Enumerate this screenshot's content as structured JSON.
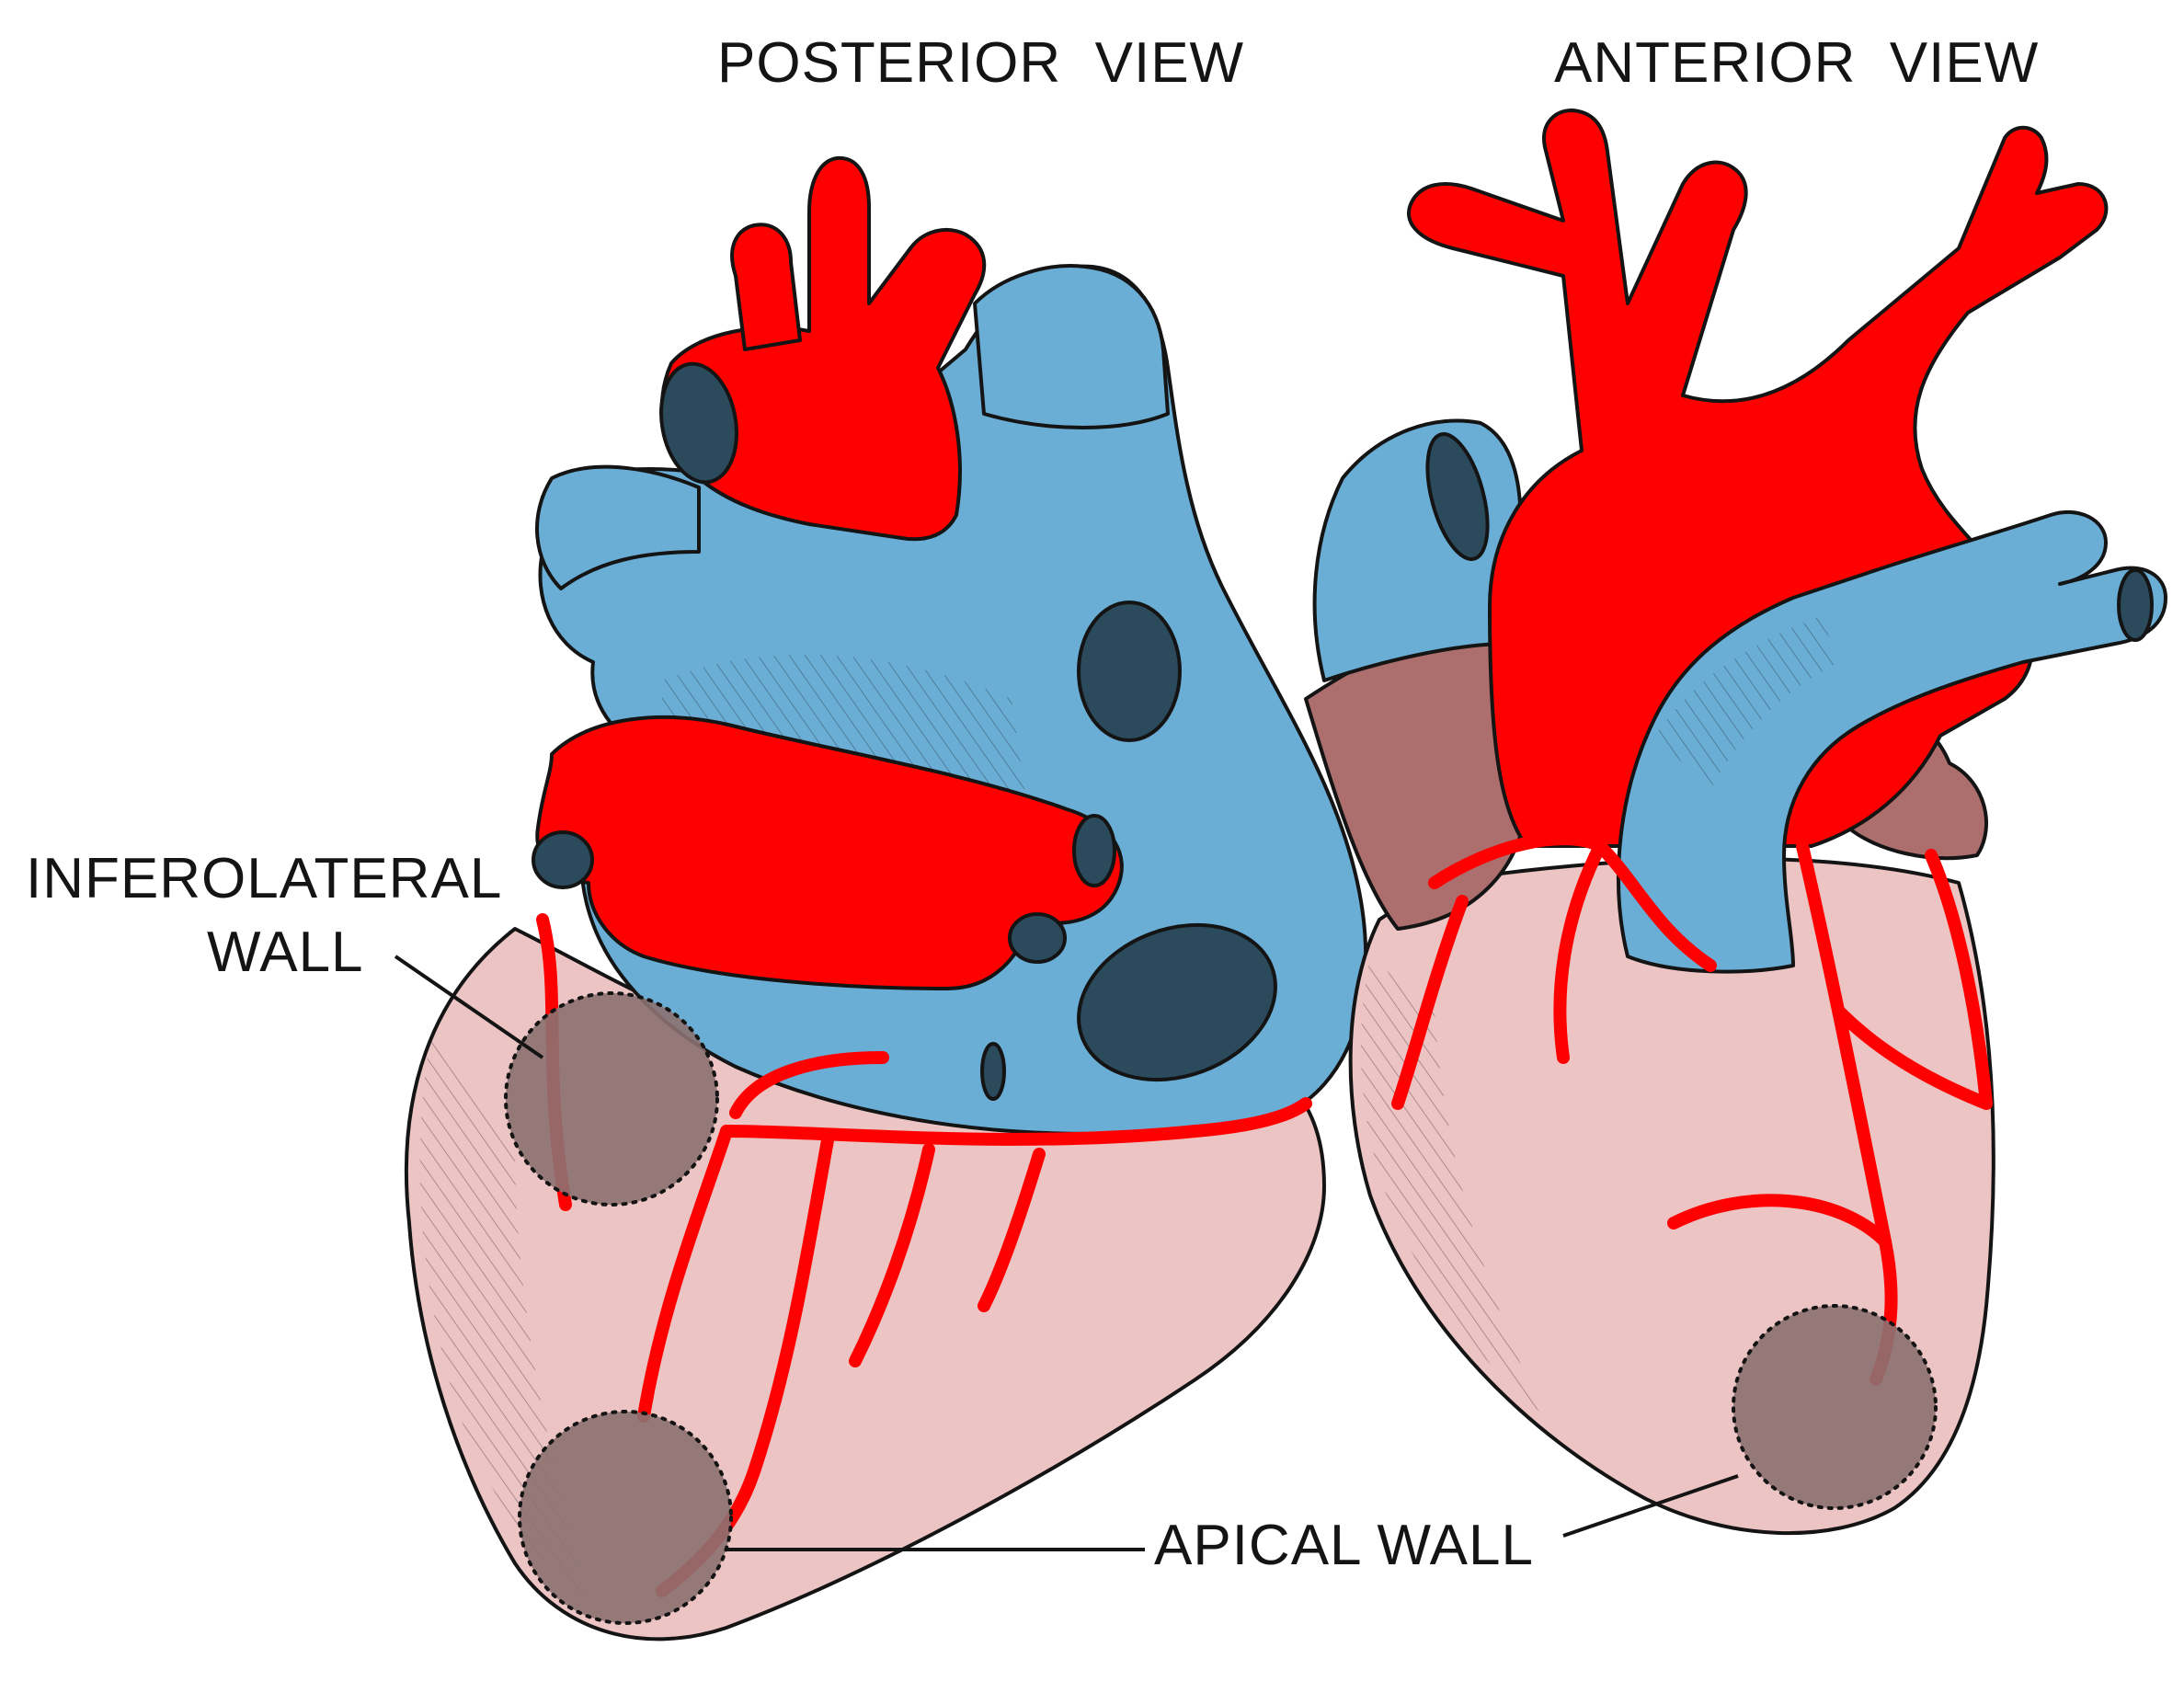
{
  "labels": {
    "posterior_view": "POSTERIOR  VIEW",
    "anterior_view": "ANTERIOR  VIEW",
    "inferolateral_line1": "INFEROLATERAL",
    "inferolateral_line2": "WALL",
    "apical_wall": "APICAL WALL"
  },
  "colors": {
    "artery_red": "#ff0000",
    "vein_blue": "#6aaed6",
    "myocardium_pink": "#ecc4c4",
    "atrium_mauve": "#ad6e6e",
    "infarct_zone_gray": "#8c7171",
    "outline": "#141414",
    "lumen_dark": "#2b4a5c"
  },
  "icons": {
    "posterior_heart": "heart-posterior-illustration",
    "anterior_heart": "heart-anterior-illustration"
  }
}
